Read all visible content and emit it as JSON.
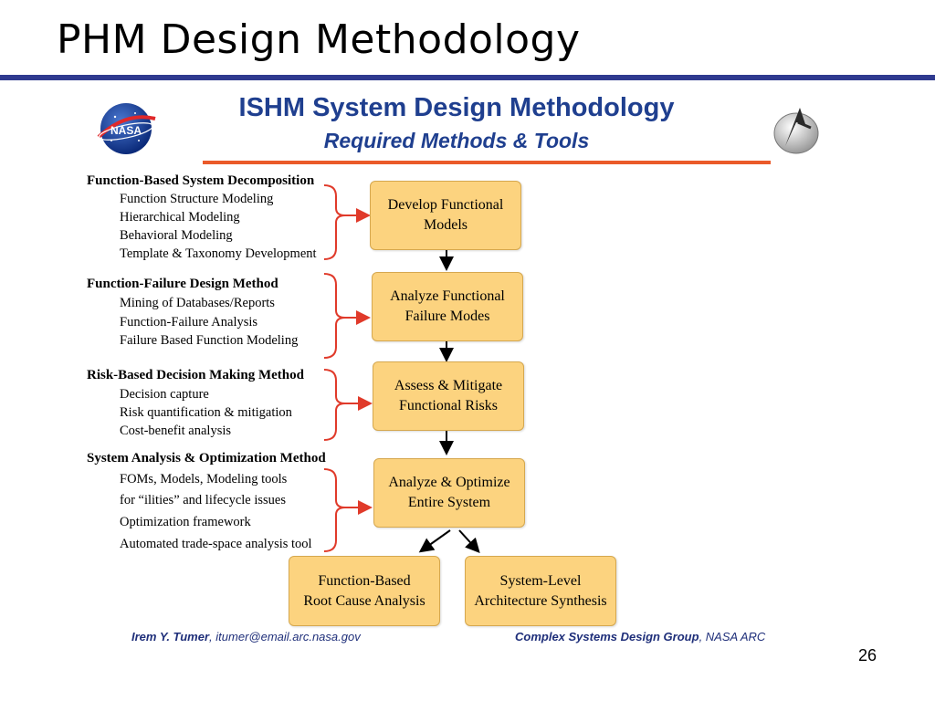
{
  "slide": {
    "title": "PHM Design Methodology",
    "page_number": "26"
  },
  "diagram": {
    "title": "ISHM System Design Methodology",
    "subtitle": "Required Methods & Tools",
    "logos": [
      "nasa-logo",
      "arrow-logo"
    ],
    "colors": {
      "box_fill": "#fcd37f",
      "box_border": "#d6a84f",
      "title_blue": "#1f3f8f",
      "rule_blue": "#2f3a8f",
      "rule_orange": "#ea5a2a",
      "bracket_red": "#e03a2a"
    }
  },
  "groups": [
    {
      "heading": "Function-Based System Decomposition",
      "items": [
        "Function Structure Modeling",
        "Hierarchical Modeling",
        "Behavioral Modeling",
        "Template & Taxonomy Development"
      ]
    },
    {
      "heading": "Function-Failure Design Method",
      "items": [
        "Mining of Databases/Reports",
        "Function-Failure Analysis",
        "Failure Based Function Modeling"
      ]
    },
    {
      "heading": "Risk-Based Decision Making Method",
      "items": [
        "Decision capture",
        "Risk quantification & mitigation",
        "Cost-benefit analysis"
      ]
    },
    {
      "heading": "System Analysis & Optimization Method",
      "items": [
        "FOMs, Models, Modeling tools",
        "for “ilities” and lifecycle issues",
        "Optimization framework",
        "Automated trade-space analysis tool"
      ]
    }
  ],
  "boxes": [
    "Develop Functional\nModels",
    "Analyze Functional\nFailure Modes",
    "Assess & Mitigate\nFunctional Risks",
    "Analyze & Optimize\nEntire System",
    "Function-Based\nRoot Cause Analysis",
    "System-Level\nArchitecture Synthesis"
  ],
  "footer": {
    "author_name": "Irem Y. Tumer",
    "author_email": "itumer@email.arc.nasa.gov",
    "group_name": "Complex Systems Design Group",
    "org": "NASA ARC"
  }
}
